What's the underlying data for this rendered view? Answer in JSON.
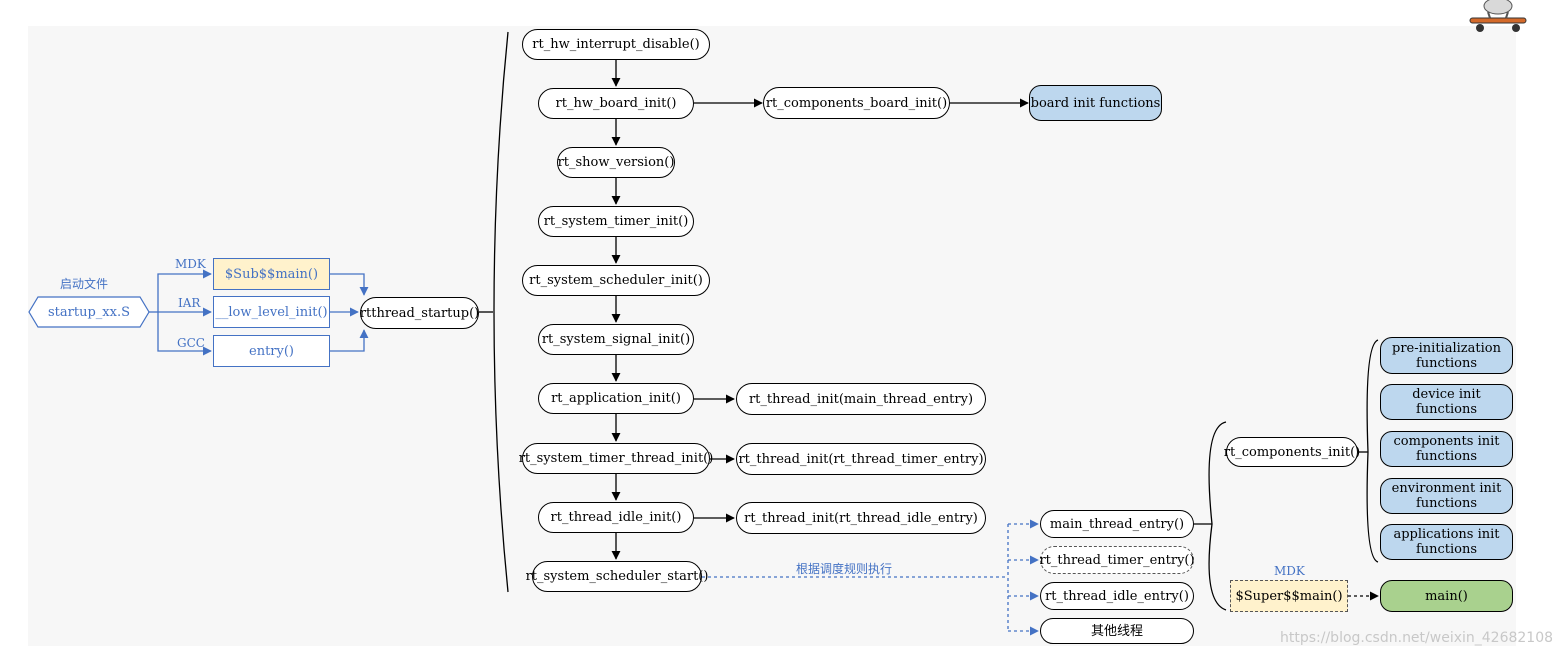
{
  "startup": {
    "group_label": "启动文件",
    "file": "startup_xx.S",
    "toolchains": [
      {
        "label": "MDK",
        "entry": "$Sub$$main()"
      },
      {
        "label": "IAR",
        "entry": "__low_level_init()"
      },
      {
        "label": "GCC",
        "entry": "entry()"
      }
    ],
    "startup_func": "rtthread_startup()"
  },
  "sequence": [
    "rt_hw_interrupt_disable()",
    "rt_hw_board_init()",
    "rt_show_version()",
    "rt_system_timer_init()",
    "rt_system_scheduler_init()",
    "rt_system_signal_init()",
    "rt_application_init()",
    "rt_system_timer_thread_init()",
    "rt_thread_idle_init()",
    "rt_system_scheduler_start()"
  ],
  "board": {
    "components_board_init": "rt_components_board_init()",
    "board_init_functions": "board init functions"
  },
  "thread_inits": {
    "main": "rt_thread_init(main_thread_entry)",
    "timer": "rt_thread_init(rt_thread_timer_entry)",
    "idle": "rt_thread_init(rt_thread_idle_entry)"
  },
  "scheduler_label": "根据调度规则执行",
  "threads": [
    "main_thread_entry()",
    "rt_thread_timer_entry()",
    "rt_thread_idle_entry()",
    "其他线程"
  ],
  "components": {
    "init": "rt_components_init()",
    "levels": [
      "pre-initialization functions",
      "device init functions",
      "components init functions",
      "environment init functions",
      "applications init functions"
    ]
  },
  "super": {
    "label": "MDK",
    "func": "$Super$$main()",
    "main": "main()"
  },
  "watermark": "https://blog.csdn.net/weixin_42682108",
  "colors": {
    "accent_blue": "#4472c4",
    "init_blue": "#bdd7ee",
    "highlight_yellow": "#fff2cc",
    "main_green": "#a9d18e"
  }
}
